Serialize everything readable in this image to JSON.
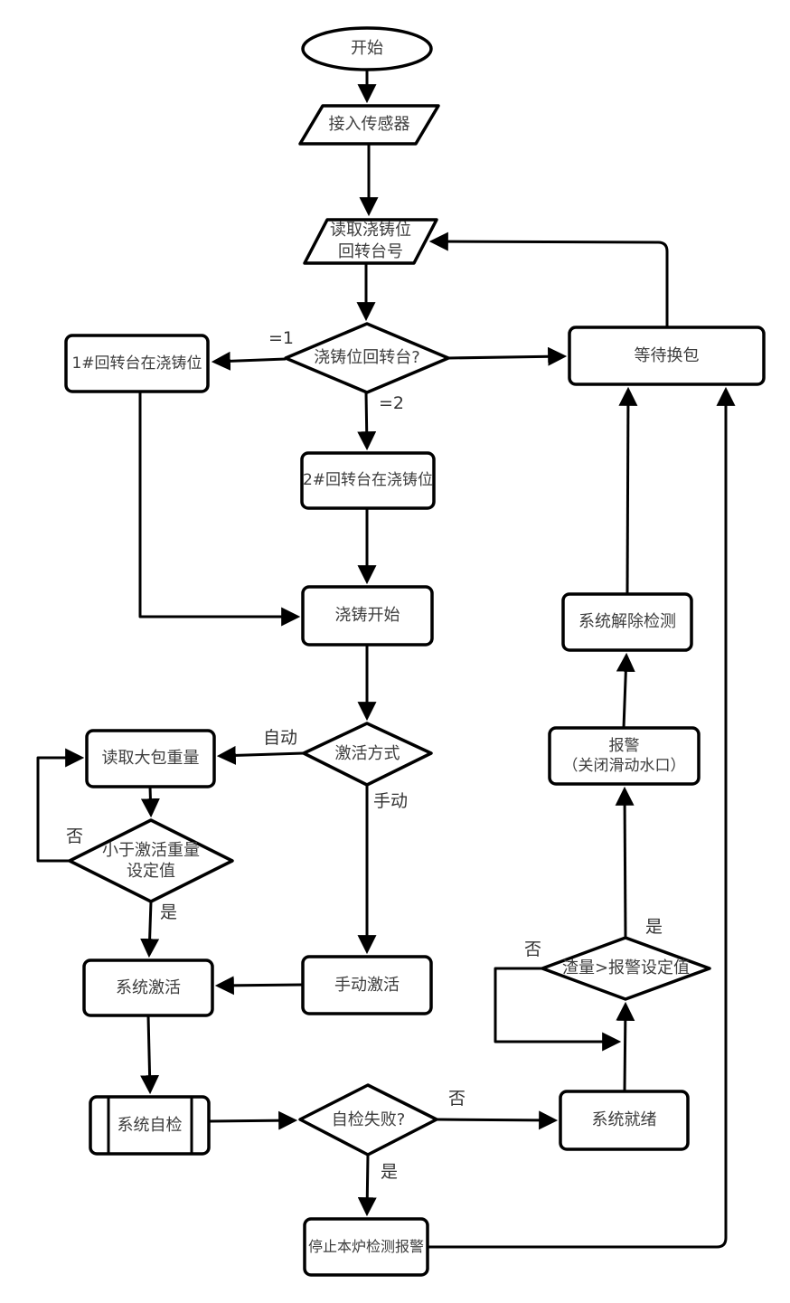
{
  "colors": {
    "line": "#000000",
    "text": "#3d3d3d",
    "background": "#ffffff"
  },
  "flowchart": {
    "nodes": {
      "start": {
        "label": "开始",
        "shape": "terminator"
      },
      "connect_sensor": {
        "label": "接入传感器",
        "shape": "input-output"
      },
      "read_turntable_no": {
        "label": "读取浇铸位\n回转台号",
        "shape": "input-output"
      },
      "turntable_decision": {
        "label": "浇铸位回转台?",
        "shape": "decision"
      },
      "turntable1": {
        "label": "1#回转台在浇铸位",
        "shape": "process"
      },
      "turntable2": {
        "label": "2#回转台在浇铸位",
        "shape": "process"
      },
      "casting_start": {
        "label": "浇铸开始",
        "shape": "process"
      },
      "activation_mode": {
        "label": "激活方式",
        "shape": "decision"
      },
      "read_ladle_weight": {
        "label": "读取大包重量",
        "shape": "process"
      },
      "below_activation_weight": {
        "label": "小于激活重量\n设定值",
        "shape": "decision"
      },
      "system_activate": {
        "label": "系统激活",
        "shape": "process"
      },
      "manual_activate": {
        "label": "手动激活",
        "shape": "process"
      },
      "system_self_check": {
        "label": "系统自检",
        "shape": "predefined-process"
      },
      "self_check_failed": {
        "label": "自检失败?",
        "shape": "decision"
      },
      "system_ready": {
        "label": "系统就绪",
        "shape": "process"
      },
      "slag_over_alarm": {
        "label": "渣量>报警设定值",
        "shape": "decision"
      },
      "alarm_close_nozzle": {
        "label": "报警\n（关闭滑动水口）",
        "shape": "process"
      },
      "system_release_detect": {
        "label": "系统解除检测",
        "shape": "process"
      },
      "wait_ladle_change": {
        "label": "等待换包",
        "shape": "process"
      },
      "stop_furnace_alarm": {
        "label": "停止本炉检测报警",
        "shape": "process"
      }
    },
    "edge_labels": {
      "eq1": "=1",
      "eq2": "=2",
      "auto": "自动",
      "manual": "手动",
      "weight_no": "否",
      "weight_yes": "是",
      "selfcheck_no": "否",
      "selfcheck_yes": "是",
      "slag_no": "否",
      "slag_yes": "是"
    }
  }
}
